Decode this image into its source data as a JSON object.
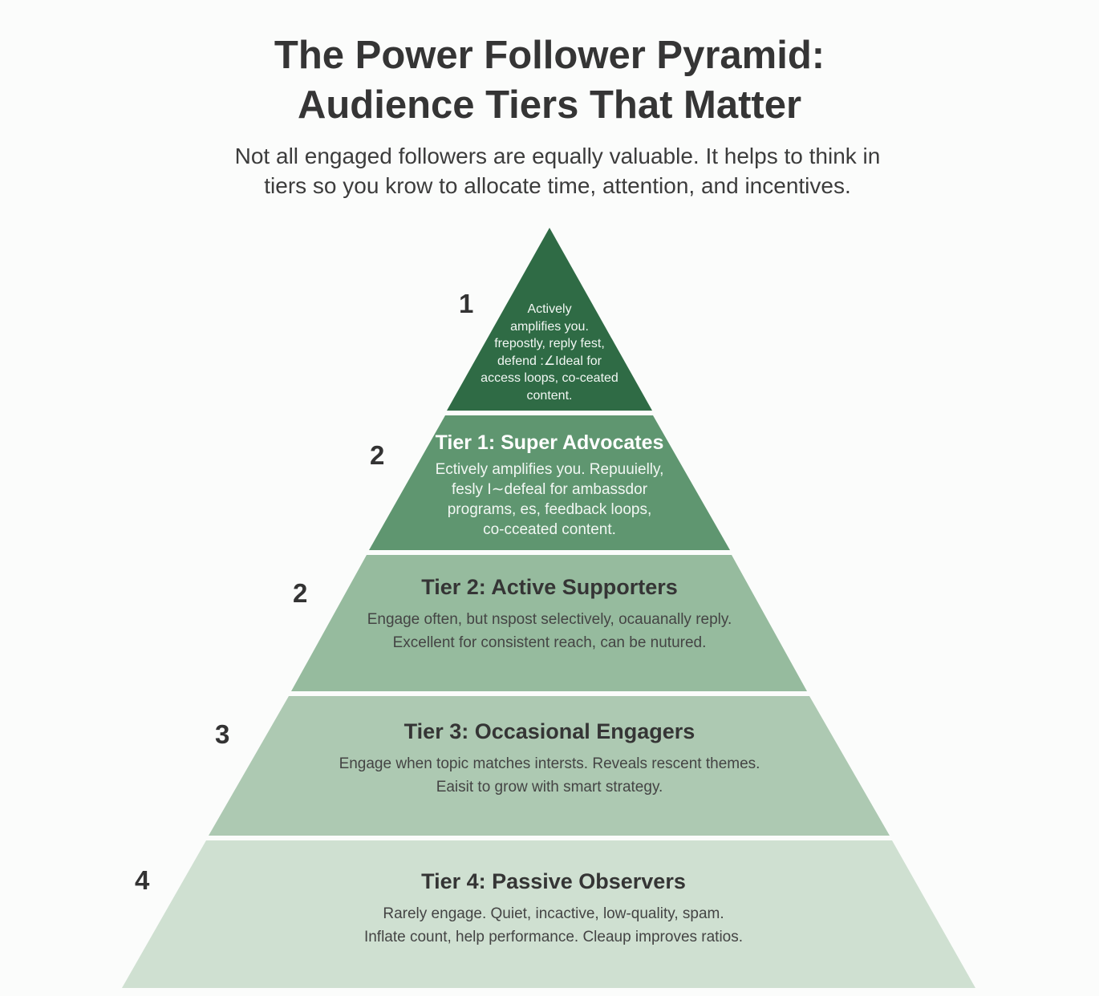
{
  "title_lines": [
    "The Power Follower Pyramid:",
    "Audience Tiers That Matter"
  ],
  "subtitle_lines": [
    "Not all engaged followers are equally valuable. It helps to think in",
    "tiers so you krow to allocate time, attention, and incentives."
  ],
  "colors": {
    "apex": "#2f6b45",
    "layer2": "#5f9670",
    "layer3": "#96bb9e",
    "layer4": "#adc9b2",
    "layer5": "#cfe0d1"
  },
  "apex": {
    "number": "1",
    "desc_lines": [
      "Actively",
      "amplifies you.",
      "frepostly, reply fest,",
      "defend :∠Ideal for",
      "access loops, co-ceated",
      "content."
    ]
  },
  "tiers": [
    {
      "number": "2",
      "heading": "Tier 1: Super Advocates",
      "desc_lines": [
        "Ectively amplifies you. Repuuielly,",
        "fesly I∼defeal for ambassdor",
        "programs, es, feedback loops,",
        "co-cceated content."
      ]
    },
    {
      "number": "2",
      "heading": "Tier 2: Active Supporters",
      "desc_lines": [
        "Engage often, but nspost selectively, ocauanally reply.",
        "Excellent for consistent reach, can be nutured."
      ]
    },
    {
      "number": "3",
      "heading": "Tier 3: Occasional Engagers",
      "desc_lines": [
        "Engage when topic matches intersts. Reveals rescent themes.",
        "Eaisit to grow with smart strategy."
      ]
    },
    {
      "number": "4",
      "heading": "Tier 4: Passive Observers",
      "desc_lines": [
        "Rarely engage. Quiet, incactive, low-quality, spam.",
        "Inflate count, help performance. Cleaup improves ratios."
      ]
    }
  ]
}
